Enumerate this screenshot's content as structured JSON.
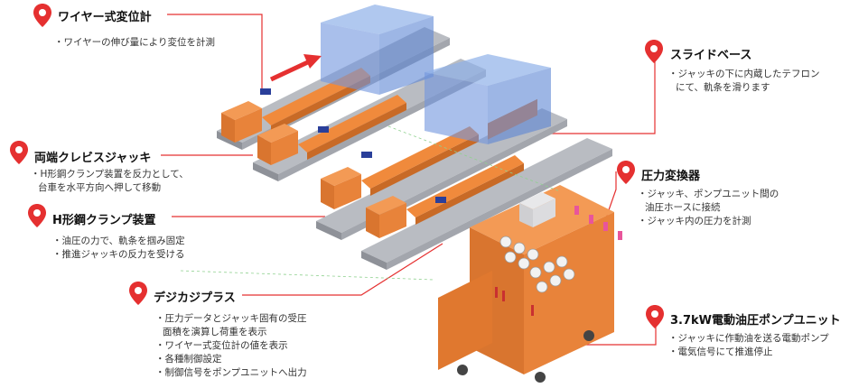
{
  "accent_color": "#e53030",
  "callouts": [
    {
      "id": "wire-displacement-meter",
      "title": "ワイヤー式変位計",
      "desc": [
        "・ワイヤーの伸び量により変位を計測"
      ]
    },
    {
      "id": "slide-base",
      "title": "スライドベース",
      "desc": [
        "・ジャッキの下に内蔵したテフロン",
        "にて、軌条を滑ります"
      ]
    },
    {
      "id": "clevis-jack",
      "title": "両端クレビスジャッキ",
      "desc": [
        "・H形鋼クランプ装置を反力として、",
        "台車を水平方向へ押して移動"
      ]
    },
    {
      "id": "pressure-transducer",
      "title": "圧力変換器",
      "desc": [
        "・ジャッキ、ポンプユニット間の",
        "油圧ホースに接続",
        "・ジャッキ内の圧力を計測"
      ]
    },
    {
      "id": "h-beam-clamp",
      "title": "H形鋼クランプ装置",
      "desc": [
        "・油圧の力で、軌条を掴み固定",
        "・推進ジャッキの反力を受ける"
      ]
    },
    {
      "id": "digital-display",
      "title": "デジカジプラス",
      "desc": [
        "・圧力データとジャッキ固有の受圧",
        "面積を演算し荷重を表示",
        "・ワイヤー式変位計の値を表示",
        "・各種制御設定",
        "・制御信号をポンプユニットへ出力"
      ]
    },
    {
      "id": "pump-unit",
      "title": "3.7kW電動油圧ポンプユニット",
      "desc": [
        "・ジャッキに作動油を送る電動ポンプ",
        "・電気信号にて推進停止"
      ]
    }
  ]
}
